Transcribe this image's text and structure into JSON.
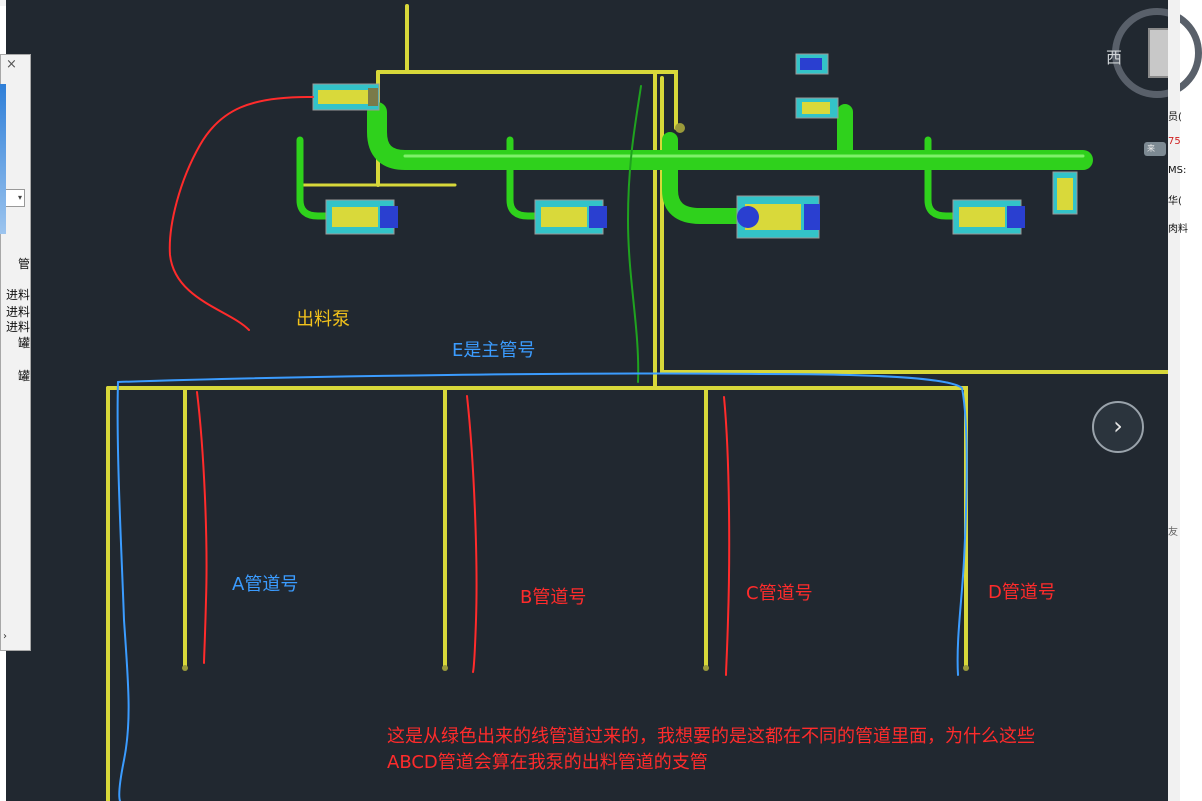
{
  "viewport": {
    "background": "#212830"
  },
  "viewcube": {
    "direction": "西"
  },
  "left_panel": {
    "close_icon": "×",
    "items": [
      "管",
      "进料",
      "进料",
      "进料",
      "罐",
      "罐"
    ]
  },
  "right_panel": {
    "items": [
      "员(",
      "75",
      "来",
      "MS:",
      "华(",
      "肉料",
      "友"
    ]
  },
  "annotations": {
    "pump_label": "出料泵",
    "main_pipe_label": "E是主管号",
    "pipe_a": "A管道号",
    "pipe_b": "B管道号",
    "pipe_c": "C管道号",
    "pipe_d": "D管道号",
    "question_line1": "这是从绿色出来的线管道过来的，我想要的是这都在不同的管道里面，为什么这些",
    "question_line2": "ABCD管道会算在我泵的出料管道的支管"
  },
  "colors": {
    "pipe_green": "#2fd11c",
    "pipe_yellow": "#d8d83a",
    "pump_cyan": "#33c3c8",
    "pump_blue": "#2a3fd0",
    "annot_red": "#ff2b2b",
    "annot_blue": "#3b9cff",
    "annot_yellow": "#f2c21b",
    "markup_green": "#1fa31f"
  }
}
